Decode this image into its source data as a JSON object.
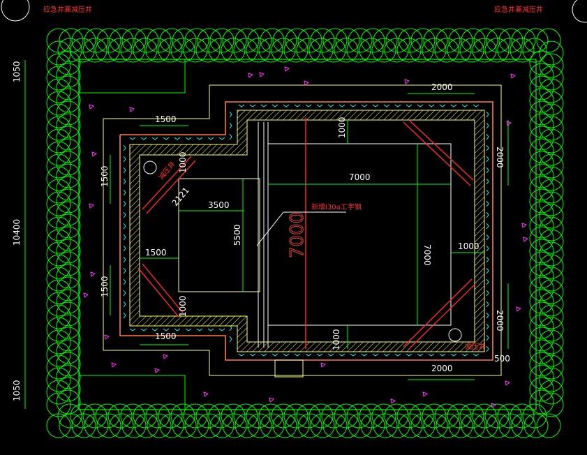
{
  "header": {
    "left_title": "应急井兼减压井",
    "right_title": "应急井兼减压井"
  },
  "dimensions": {
    "left_1050_top": "1050",
    "left_10400": "10400",
    "left_1050_bottom": "1050",
    "top_1500": "1500",
    "top_2000": "2000",
    "left_1500_upper": "1500",
    "left_1500_lower": "1500",
    "mid_1500": "1500",
    "bottom_1500": "1500",
    "dim_1000_a": "1000",
    "dim_1000_b": "1000",
    "dim_1000_c": "1000",
    "dim_1000_d": "1000",
    "dim_3500": "3500",
    "dim_5500": "5500",
    "dim_7000_h": "7000",
    "dim_7000_v": "7000",
    "dim_7000_big": "7000",
    "right_2000_upper": "2000",
    "right_2000_lower": "2000",
    "right_1000": "1000",
    "bottom_2000": "2000",
    "dim_500": "500",
    "diag_2121": "2121"
  },
  "labels": {
    "pump_well_upper": "减压井",
    "pump_well_lower": "减压井",
    "beam_note": "新增I30a工字钢"
  },
  "colors": {
    "background": "#000000",
    "green": "#00ff00",
    "orange": "#ff7a3c",
    "cyan": "#00ffff",
    "red": "#ff2a2a",
    "yellow": "#ffff66",
    "magenta": "#ff33ff",
    "white": "#ffffff"
  }
}
